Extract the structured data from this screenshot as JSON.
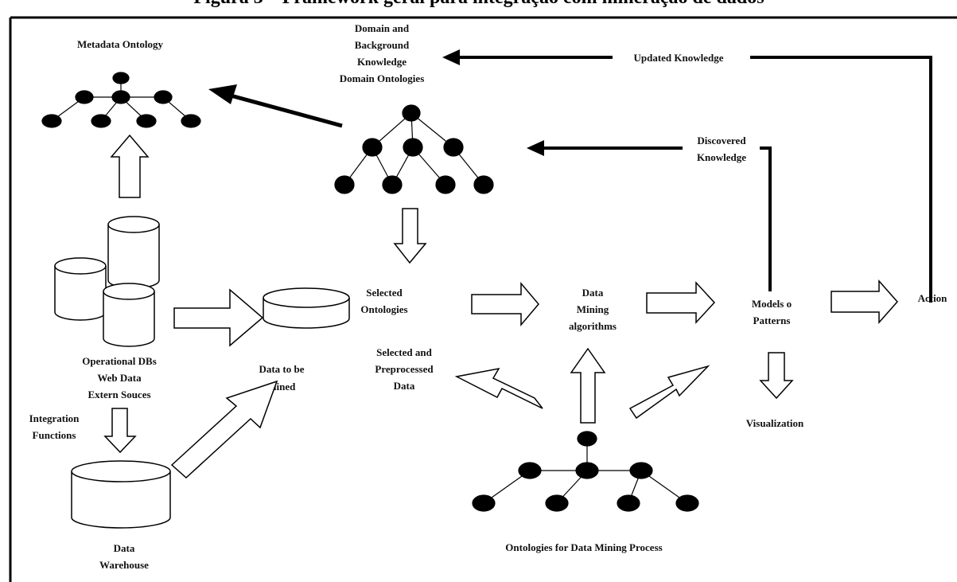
{
  "caption": "Figura 3 – Framework geral para integração com mineração de dados",
  "nodes": {
    "metadata_ontology": "Metadata Ontology",
    "domain_ontologies": [
      "Domain and",
      "Background",
      "Knowledge",
      "Domain Ontologies"
    ],
    "updated_knowledge": "Updated Knowledge",
    "discovered_knowledge": [
      "Discovered",
      "Knowledge"
    ],
    "selected_ontologies": [
      "Selected",
      "Ontologies"
    ],
    "data_mining_algorithms": [
      "Data",
      "Mining",
      "algorithms"
    ],
    "models_patterns": [
      "Models o",
      "Patterns"
    ],
    "action": "Action",
    "selected_preprocessed": [
      "Selected and",
      "Preprocessed",
      "Data"
    ],
    "operational_dbs": [
      "Operational DBs",
      "Web Data",
      "Extern Souces"
    ],
    "data_to_be_mined": [
      "Data to be",
      "mined"
    ],
    "integration_functions": [
      "Integration",
      "Functions"
    ],
    "data_warehouse": [
      "Data",
      "Warehouse"
    ],
    "visualization": "Visualization",
    "ontologies_for_dm": "Ontologies for Data Mining Process"
  },
  "colors": {
    "ink": "#000000",
    "background": "#ffffff"
  }
}
